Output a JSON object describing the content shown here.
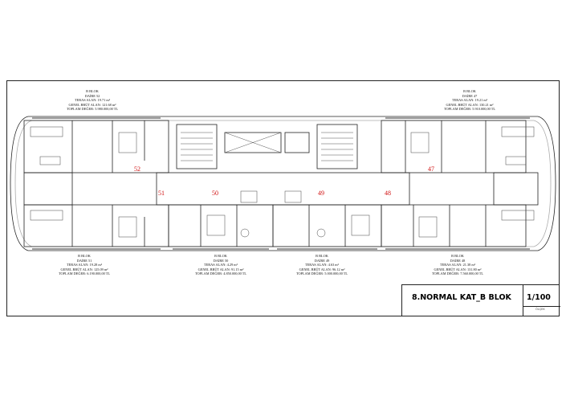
{
  "drawing": {
    "title": "8.NORMAL KAT_B BLOK",
    "scale": "1/100",
    "scale_label": "ÖLÇEK"
  },
  "apartments": [
    {
      "block": "B BLOK",
      "unit": "DAİRE 52",
      "terrace": "TERAS ALAN: 19.71 m²",
      "gross": "GENEL BRÜT ALAN: 121.68 m²",
      "value": "TOPLAM DEĞER: 5.980.000,00 TL",
      "number": "52"
    },
    {
      "block": "B BLOK",
      "unit": "DAİRE 47",
      "terrace": "TERAS ALAN: 19.21 m²",
      "gross": "GENEL BRÜT ALAN: 130.21 m²",
      "value": "TOPLAM DEĞER: 5.910.000,00 TL",
      "number": "47"
    },
    {
      "block": "B BLOK",
      "unit": "DAİRE 51",
      "terrace": "TERAS ALAN: 19.28 m²",
      "gross": "GENEL BRÜT ALAN: 125.09 m²",
      "value": "TOPLAM DEĞER: 6.190.000,00 TL",
      "number": "51"
    },
    {
      "block": "B BLOK",
      "unit": "DAİRE 50",
      "terrace": "TERAS ALAN: 4.29 m²",
      "gross": "GENEL BRÜT ALAN: 91.15 m²",
      "value": "TOPLAM DEĞER: 4.850.000,00 TL",
      "number": "50"
    },
    {
      "block": "B BLOK",
      "unit": "DAİRE 49",
      "terrace": "TERAS ALAN: 4.63 m²",
      "gross": "GENEL BRÜT ALAN: 96.12 m²",
      "value": "TOPLAM DEĞER: 5.000.000,00 TL",
      "number": "49"
    },
    {
      "block": "B BLOK",
      "unit": "DAİRE 48",
      "terrace": "TERAS ALAN: 21.38 m²",
      "gross": "GENEL BRÜT ALAN: 131.80 m²",
      "value": "TOPLAM DEĞER: 7.560.000,00 TL",
      "number": "48"
    }
  ],
  "colors": {
    "line": "#222222",
    "unit_number": "#d01010",
    "hatch": "#999999"
  }
}
